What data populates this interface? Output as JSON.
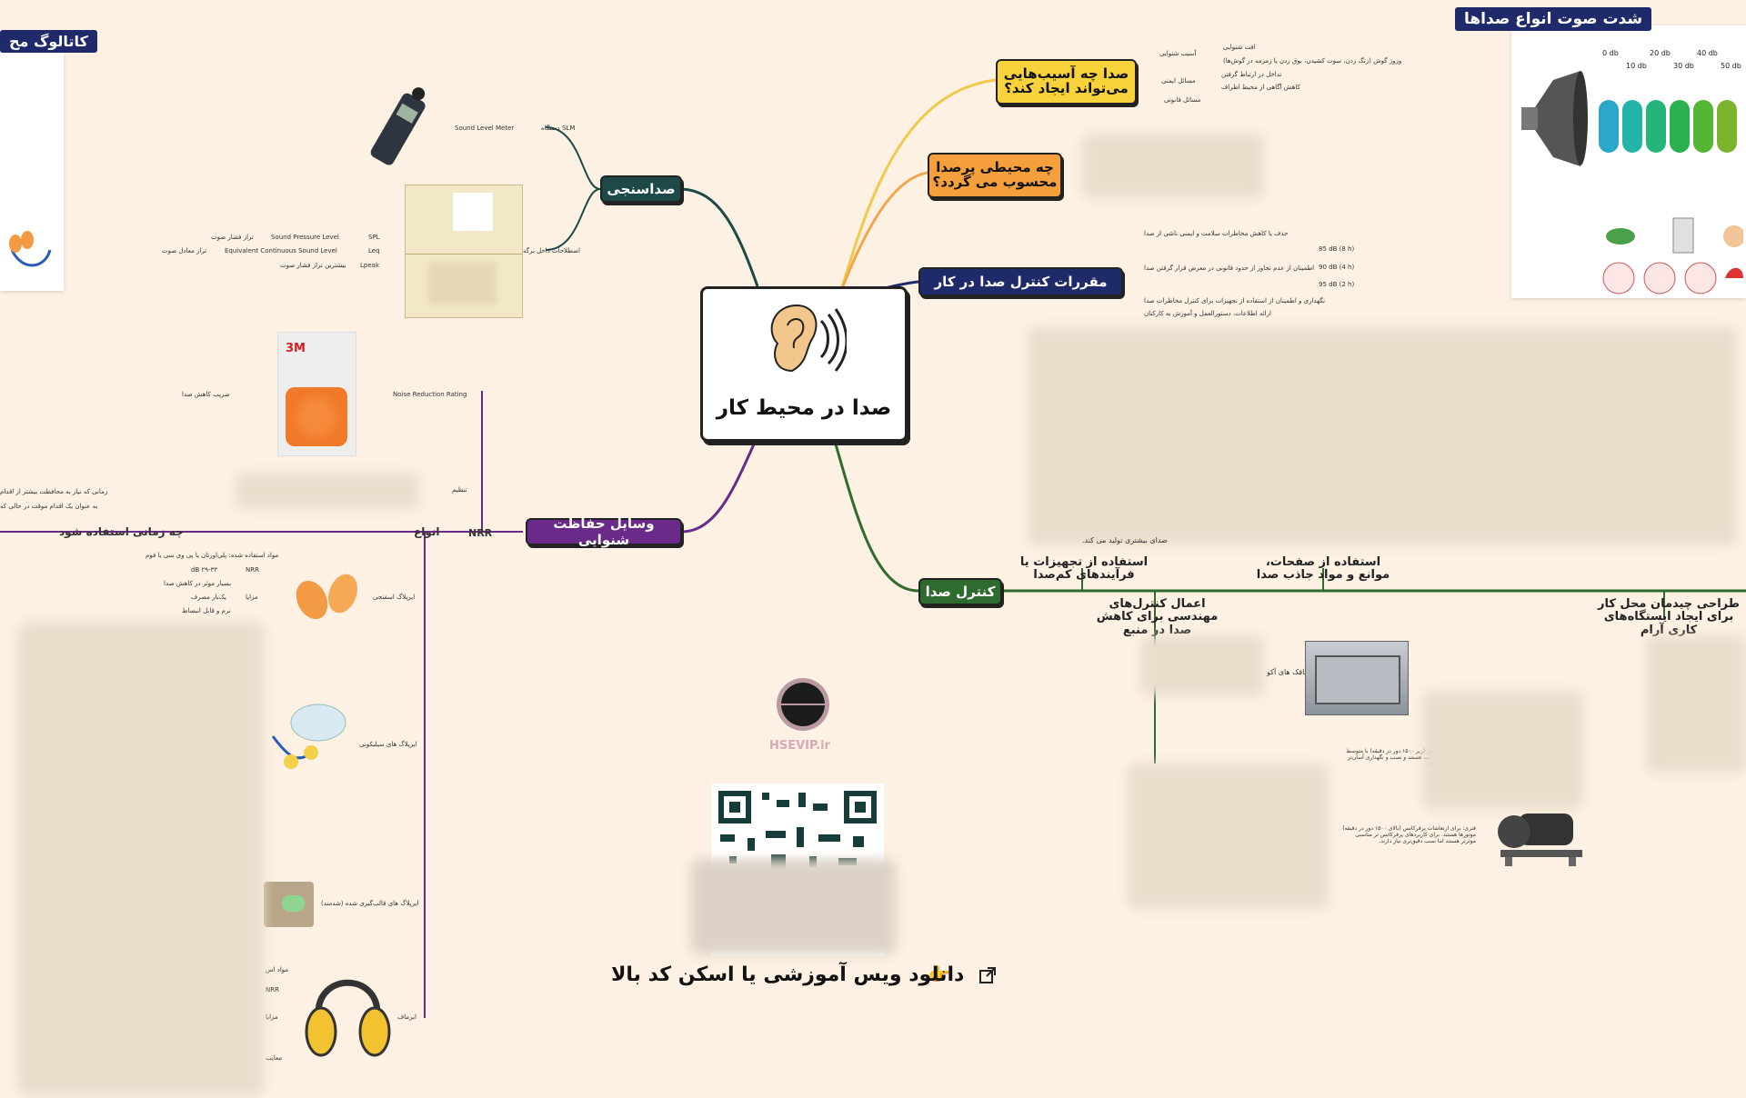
{
  "central": {
    "title": "صدا در محیط کار"
  },
  "branches": {
    "damage": {
      "title": "صدا چه آسیب‌هایی می‌تواند ایجاد کند؟",
      "color": "#f7d23a"
    },
    "noisy_env": {
      "title": "چه محیطی پرصدا محسوب می‌ گردد؟",
      "color": "#f5a03c"
    },
    "regulations": {
      "title": "مقررات کنترل صدا در کار",
      "color": "#1f2a6b"
    },
    "control": {
      "title": "کنترل صدا",
      "color": "#2e6b2e"
    },
    "ppe": {
      "title": "وسایل حفاظت شنوایی",
      "color": "#6a2a8a"
    },
    "measurement": {
      "title": "صداسنجی",
      "color": "#1d4a48"
    }
  },
  "damage_items": {
    "hearing_damage": "آسیب شنوایی",
    "hearing_loss": "افت شنوایی",
    "tinnitus": "وزوز گوش (زنگ زدن، سوت کشیدن، بوق زدن یا زمزمه در گوش‌ها)",
    "safety_issues": "مسائل ایمنی",
    "comm_interference": "تداخل در ارتباط گرفتن",
    "awareness": "کاهش آگاهی از محیط اطراف",
    "legal": "مسائل قانونی"
  },
  "regulation_items": {
    "r1": "حذف یا کاهش مخاطرات سلامت و ایمنی ناشی از صدا",
    "r2": "اطمینان از عدم تجاوز از حدود قانونی در معرض قرار گرفتن صدا",
    "r3": "نگهداری و اطمینان از استفاده از تجهیزات برای کنترل مخاطرات صدا",
    "r4": "ارائه اطلاعات، دستورالعمل و آموزش به کارکنان",
    "db85": "85 dB (8 h)",
    "db90": "90 dB (4 h)",
    "db95": "95 dB (2 h)"
  },
  "control_items": {
    "quiet_equipment": "استفاده از تجهیزات یا فرآیندهای کم‌صدا",
    "barriers": "استفاده از صفحات، موانع و مواد جاذب صدا",
    "engineering": "اعمال کنترل‌های مهندسی برای کاهش صدا در منبع",
    "layout": "طراحی چیدمان محل کار برای ایجاد ایستگاه‌های کاری آرام",
    "more_noise": "صدای بیشتری تولید می کند.",
    "booth": "اتاقک های آکو",
    "low_speed": "کانس (زیر ۱۵۰۰ دور در دقیقه) با متوسط مناسب هستند و نصب و نگهداری آسان‌تر است",
    "high_speed": "فنری: برای ارتعاشات پرفرکانس (بالای ۱۵۰۰ دور در دقیقه) موتورها هستند. برای کاربردهای پرفرکانس تر مناسبی موثرتر هستند اما نصب دقیق‌تری نیاز دارند."
  },
  "measurement_items": {
    "slm": "SLM دستگاه",
    "slm_en": "Sound Level Meter",
    "terms": "اصطلاحات داخل برگه",
    "spl": "SPL",
    "spl_en": "Sound Pressure Level",
    "spl_fa": "تراز فشار صوت",
    "leq": "Leq",
    "leq_en": "Equivalent Continuous Sound Level",
    "leq_fa": "تراز معادل صوت",
    "lpeak": "Lpeak",
    "lpeak_fa": "بیشترین تراز فشار صوت"
  },
  "ppe_items": {
    "nrr": "NRR",
    "nrr_en": "Noise Reduction Rating",
    "nrr_fa": "ضریب کاهش صدا",
    "types": "انواع",
    "when": "چه زمانی استفاده شود",
    "when1": "زمانی که نیاز به محافظت بیشتر از اقدام",
    "when2": "به عنوان یک اقدام موقت در حالی که",
    "foam": "ایرپلاگ اسفنجی",
    "foam_mat": "مواد استفاده شده: پلی‌اورتان یا پی وی سی یا فوم",
    "foam_nrr": "NRR",
    "foam_nrr_val": "۲۹-۳۳ dB",
    "foam_adv": "مزایا",
    "foam_adv1": "بسیار موثر در کاهش صدا",
    "foam_adv2": "یک‌بار مصرف",
    "foam_adv3": "نرم و قابل انبساط",
    "silicone": "ایرپلاگ های سیلیکونی",
    "molded": "ایرپلاگ های قالب‌گیری شده (شدمند)",
    "earmuff": "ایرماف",
    "em_mat": "مواد اس",
    "em_nrr": "NRR",
    "em_adv": "مزایا",
    "em_dis": "معایب",
    "adjust": "تنظیم"
  },
  "intensity_card": {
    "title": "شدت صوت انواع صداها",
    "ticks": [
      "0 db",
      "10 db",
      "20 db",
      "30 db",
      "40 db",
      "50 db"
    ],
    "bar_colors": [
      "#2aa7c9",
      "#23b3a7",
      "#25b57a",
      "#2bb04f",
      "#55b535",
      "#7cb52d"
    ]
  },
  "catalog": {
    "title": "کاتالوگ مح"
  },
  "footer": {
    "download": "دانلود ویس آموزشی یا اسکن کد بالا",
    "pointer": "👉",
    "watermark": "HSEVIP.ir"
  },
  "device": {
    "brand": "3M"
  }
}
